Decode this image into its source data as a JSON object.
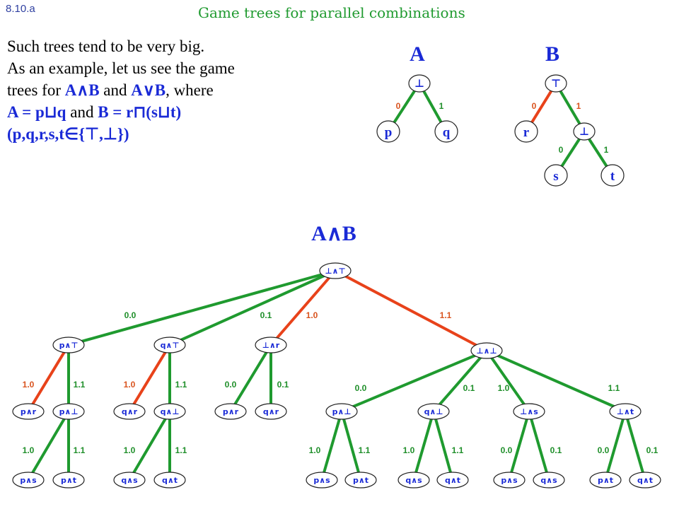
{
  "slide_number": "8.10.a",
  "title": "Game trees for parallel combinations",
  "intro": {
    "line1": "Such trees tend to be very big.",
    "line2": "As an example, let us see the game",
    "line3_prefix": "trees for ",
    "line3_ab_and": "A∧B",
    "line3_mid": " and ",
    "line3_ab_or": "A∨B",
    "line3_suffix": ", where",
    "line4_a_def": "A = p⊔q",
    "line4_mid": " and ",
    "line4_b_def": "B = r⊓(s⊔t)",
    "line5_text": "(p,q,r,s,t∈{⊤,⊥})"
  },
  "tree_a": {
    "label": "A",
    "root": "⊥",
    "left_edge": "0",
    "right_edge": "1",
    "left": "p",
    "right": "q"
  },
  "tree_b": {
    "label": "B",
    "root": "⊤",
    "left_edge": "0",
    "right_edge": "1",
    "left": "r",
    "inner": "⊥",
    "inner_left_edge": "0",
    "inner_right_edge": "1",
    "inner_left": "s",
    "inner_right": "t"
  },
  "tree_ab": {
    "label": "A∧B",
    "root": "⊥∧⊤",
    "level1": [
      {
        "edge": "0.0",
        "node": "p∧⊤",
        "edge_color": "green"
      },
      {
        "edge": "0.1",
        "node": "q∧⊤",
        "edge_color": "green"
      },
      {
        "edge": "1.0",
        "node": "⊥∧r",
        "edge_color": "red"
      },
      {
        "edge": "1.1",
        "node": "⊥∧⊥",
        "edge_color": "red"
      }
    ],
    "level2": [
      {
        "edge": "1.0",
        "node": "p∧r",
        "edge_color": "red"
      },
      {
        "edge": "1.1",
        "node": "p∧⊥",
        "edge_color": "green"
      },
      {
        "edge": "1.0",
        "node": "q∧r",
        "edge_color": "red"
      },
      {
        "edge": "1.1",
        "node": "q∧⊥",
        "edge_color": "green"
      },
      {
        "edge": "0.0",
        "node": "p∧r",
        "edge_color": "green"
      },
      {
        "edge": "0.1",
        "node": "q∧r",
        "edge_color": "green"
      },
      {
        "edge": "0.0",
        "node": "p∧⊥",
        "edge_color": "green"
      },
      {
        "edge": "0.1",
        "node": "q∧⊥",
        "edge_color": "green"
      },
      {
        "edge": "1.0",
        "node": "⊥∧s",
        "edge_color": "green"
      },
      {
        "edge": "1.1",
        "node": "⊥∧t",
        "edge_color": "green"
      }
    ],
    "level3": [
      {
        "edge": "1.0",
        "node": "p∧s"
      },
      {
        "edge": "1.1",
        "node": "p∧t"
      },
      {
        "edge": "1.0",
        "node": "q∧s"
      },
      {
        "edge": "1.1",
        "node": "q∧t"
      },
      {
        "edge": "1.0",
        "node": "p∧s"
      },
      {
        "edge": "1.1",
        "node": "p∧t"
      },
      {
        "edge": "1.0",
        "node": "q∧s"
      },
      {
        "edge": "1.1",
        "node": "q∧t"
      },
      {
        "edge": "0.0",
        "node": "p∧s"
      },
      {
        "edge": "0.1",
        "node": "q∧s"
      },
      {
        "edge": "0.0",
        "node": "p∧t"
      },
      {
        "edge": "0.1",
        "node": "q∧t"
      }
    ]
  },
  "colors": {
    "title": "#1f9a2f",
    "slide_number": "#2e3fa0",
    "highlight_text": "#1a2ad6",
    "edge_green": "#1f9a2f",
    "edge_red": "#e8421a",
    "edge_label_green": "#1f8f2a",
    "edge_label_red": "#d9531e",
    "node_text": "#1a2ad6"
  }
}
